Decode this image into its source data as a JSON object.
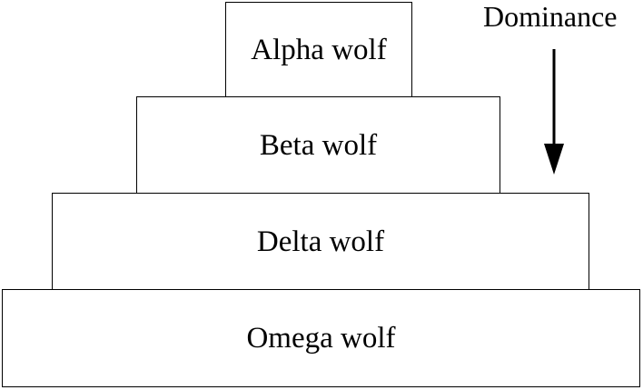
{
  "diagram": {
    "tiers": [
      {
        "label": "Alpha wolf"
      },
      {
        "label": "Beta wolf"
      },
      {
        "label": "Delta wolf"
      },
      {
        "label": "Omega wolf"
      }
    ],
    "arrow": {
      "label": "Dominance",
      "direction": "down"
    },
    "colors": {
      "stroke": "#000000",
      "fill": "#ffffff",
      "text": "#000000"
    }
  }
}
